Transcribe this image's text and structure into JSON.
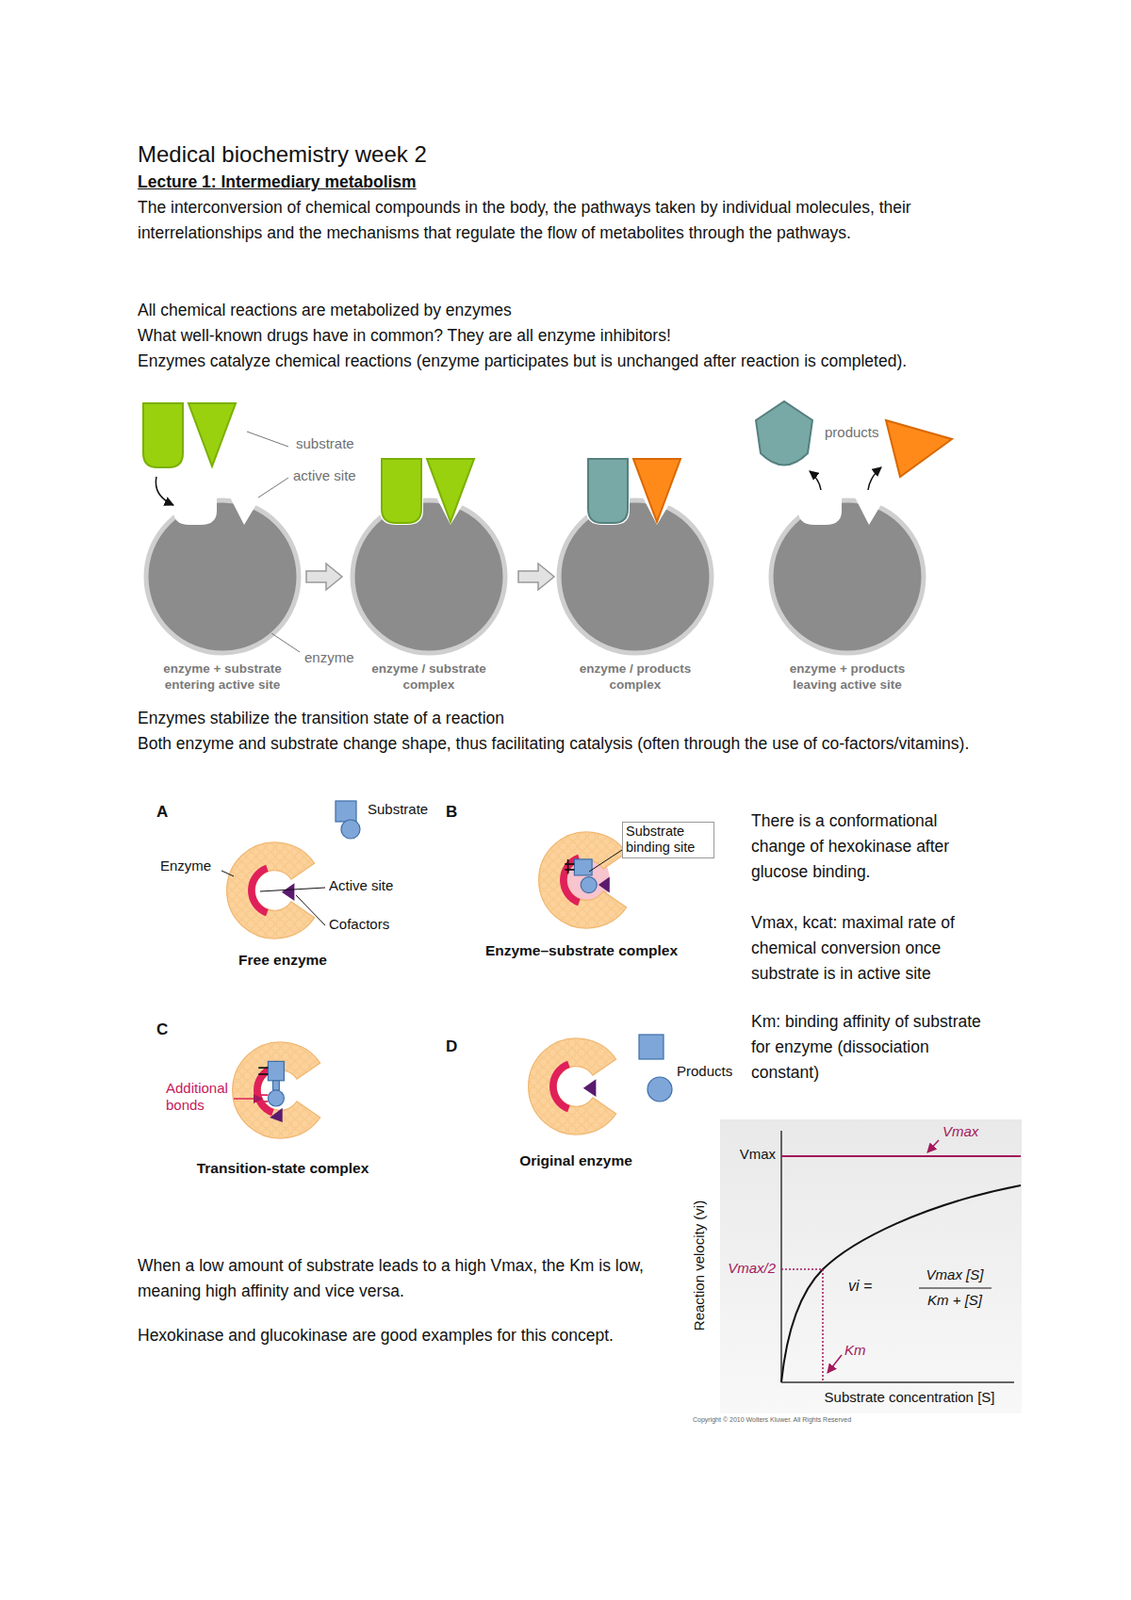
{
  "diagram": {
    "title": "Medical biochemistry week 2",
    "labels": [
      "Lecture 1: Intermediary metabolism",
      "The interconversion of chemical compounds in the body, the pathways taken by individual molecules, their interrelationships and the mechanisms that regulate the flow of metabolites through the pathways.",
      "All chemical reactions are metabolized by enzymes",
      "What well-known drugs have in common? They are all enzyme inhibitors!",
      "Enzymes catalyze chemical reactions (enzyme participates but is unchanged after reaction is completed).",
      "substrate",
      "active site",
      "enzyme",
      "products",
      "enzyme + substrate entering active site",
      "enzyme / substrate complex",
      "enzyme / products complex",
      "enzyme + products leaving active site",
      "Enzymes stabilize the transition state of a reaction",
      "Both enzyme and substrate change shape, thus facilitating catalysis (often through the use of co-factors/vitamins).",
      "A",
      "B",
      "C",
      "D",
      "Substrate",
      "Enzyme",
      "Active site",
      "Cofactors",
      "Free enzyme",
      "Substrate binding site",
      "Enzyme–substrate complex",
      "Additional bonds",
      "Transition-state complex",
      "Products",
      "Original enzyme",
      "There is a conformational change of hexokinase after glucose binding.",
      "Vmax, kcat: maximal rate of chemical conversion once substrate is in active site",
      "Km: binding affinity of substrate for enzyme (dissociation constant)",
      "Vmax",
      "Vmax",
      "Vmax/2",
      "vi =",
      "Vmax [S]",
      "Km + [S]",
      "Km",
      "Reaction velocity (vi)",
      "Substrate concentration [S]",
      "Copyright © 2010 Wolters Kluwer. All Rights Reserved",
      "When a low amount of substrate leads to a high Vmax, the Km is low, meaning high affinity and vice versa.",
      "Hexokinase and glucokinase are good examples for this concept."
    ]
  }
}
